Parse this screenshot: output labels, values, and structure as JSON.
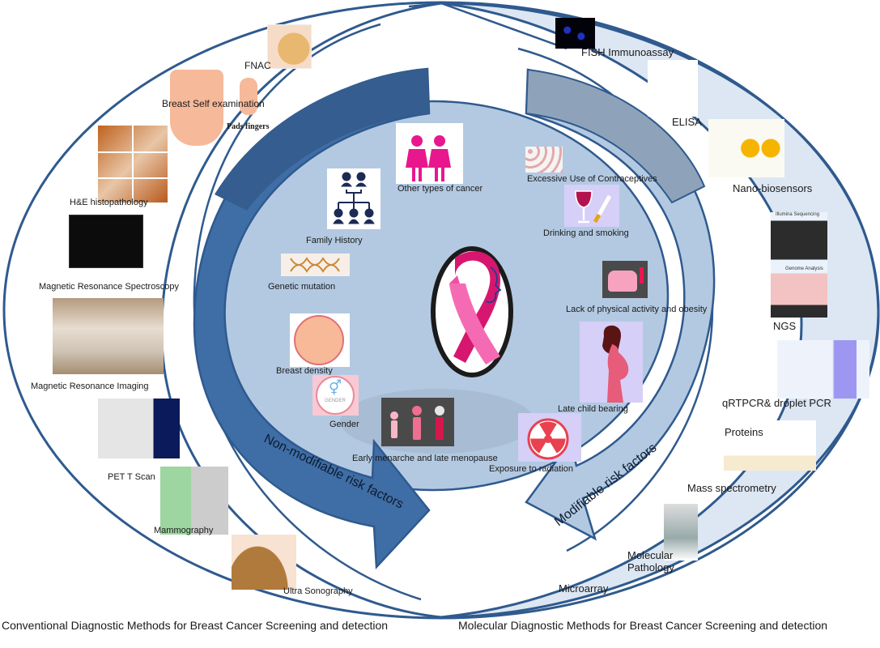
{
  "figure": {
    "colors": {
      "outline": "#2f5a8e",
      "right_band_fill": "#dce7f3",
      "inner_circle_fill": "#b3c9e2",
      "left_arrow_fill": "#3f6ea6",
      "left_arrow_top_fill": "#355d8f",
      "right_arrow_fill": "#b3c9e2",
      "right_arrow_top_fill": "#8ea3ba",
      "ribbon_pink": "#f24fa4",
      "ribbon_dark": "#d6166f"
    },
    "center_logo": {
      "icon": "pink-ribbon-woman-profile-icon"
    },
    "arrows": {
      "left": "Non-modifiable risk factors",
      "right": "Modifiable risk factors"
    },
    "captions": {
      "left": "Conventional Diagnostic Methods for Breast Cancer Screening and detection",
      "right": "Molecular Diagnostic Methods for Breast Cancer Screening and detection"
    },
    "conventional_methods": [
      {
        "label": "FNAC",
        "icon": "biopsy-needle-breast-icon"
      },
      {
        "label": "Breast Self examination",
        "icon": "self-exam-torso-icon"
      },
      {
        "label": "Pads fingers",
        "icon": "finger-pads-icon"
      },
      {
        "label": "H&E histopathology",
        "icon": "histology-slides-icon"
      },
      {
        "label": "Magnetic Resonance Spectroscopy",
        "icon": "mrs-scan-icon"
      },
      {
        "label": "Magnetic  Resonance Imaging",
        "icon": "mri-machine-icon"
      },
      {
        "label": "PET T Scan",
        "icon": "pet-ct-scanner-icon"
      },
      {
        "label": "Mammography",
        "icon": "mammography-machine-icon"
      },
      {
        "label": "Ultra Sonography",
        "icon": "ultrasound-probe-icon"
      }
    ],
    "molecular_methods": [
      {
        "label": "FISH Immunoassay",
        "icon": "fish-fluorescence-icon"
      },
      {
        "label": "ELISA",
        "icon": "elisa-antibody-icon"
      },
      {
        "label": "Nano-biosensors",
        "icon": "nano-biosensor-icon"
      },
      {
        "label": "NGS",
        "icon": "sequencer-genome-analysis-icon"
      },
      {
        "label": "qRTPCR& droplet PCR",
        "icon": "pcr-machine-gel-icon"
      },
      {
        "label": "Proteins",
        "icon": "protein-binding-icon"
      },
      {
        "label": "Mass spectrometry",
        "icon": "mass-spec-icon"
      },
      {
        "label": "Molecular Pathology",
        "icon": "microscope-icon"
      },
      {
        "label": "Microarray",
        "icon": ""
      }
    ],
    "non_modifiable_factors": [
      {
        "label": "Other types of cancer",
        "icon": "two-women-icon"
      },
      {
        "label": "Family History",
        "icon": "family-tree-icon"
      },
      {
        "label": "Genetic mutation",
        "icon": "dna-helix-icon"
      },
      {
        "label": "Breast density",
        "icon": "breast-density-icon"
      },
      {
        "label": "Gender",
        "icon": "gender-symbol-icon"
      },
      {
        "label": "Early menarche and late menopause",
        "icon": "life-stages-women-icon"
      }
    ],
    "modifiable_factors": [
      {
        "label": "Excessive Use of Contraceptives",
        "icon": "contraceptive-pills-icon"
      },
      {
        "label": "Drinking and smoking",
        "icon": "wine-cigarette-icon"
      },
      {
        "label": "Lack of physical activity and obesity",
        "icon": "weight-scale-icon"
      },
      {
        "label": "Late child bearing",
        "icon": "pregnant-woman-icon"
      },
      {
        "label": "Exposure to radiation",
        "icon": "radiation-icon"
      }
    ],
    "image_sublabels": {
      "ngs_top": "Illumina Sequencing",
      "ngs_bottom": "Genome Analysis",
      "gender_badge": "GENDER"
    }
  }
}
